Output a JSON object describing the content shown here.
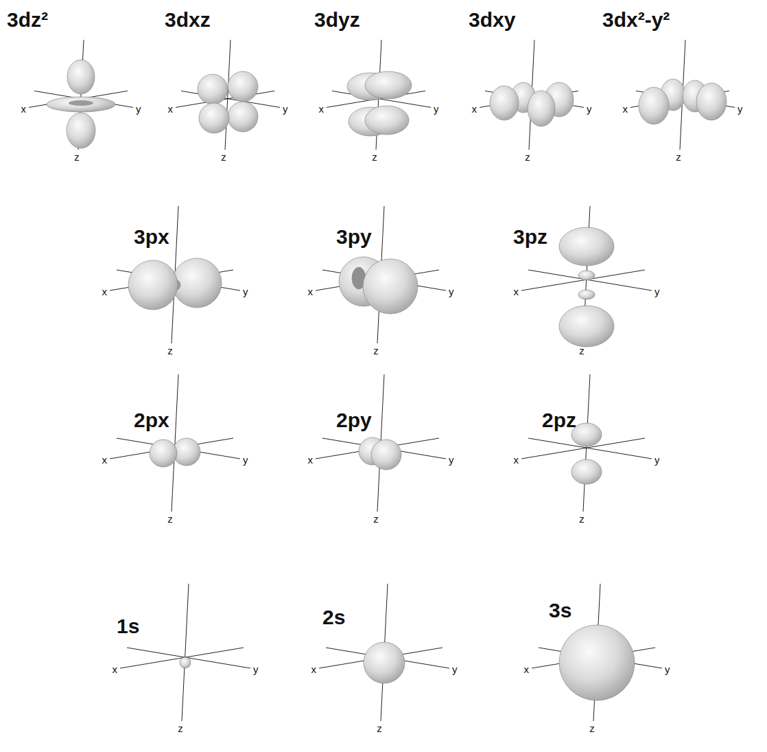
{
  "diagram": {
    "labels": [
      "3dz²",
      "x",
      "y",
      "z",
      "3dxz",
      "x",
      "y",
      "z",
      "3dyz",
      "x",
      "y",
      "z",
      "3dxy",
      "x",
      "y",
      "z",
      "3dx²-y²",
      "x",
      "y",
      "z",
      "3px",
      "x",
      "y",
      "z",
      "3py",
      "x",
      "y",
      "z",
      "3pz",
      "x",
      "y",
      "z",
      "2px",
      "x",
      "y",
      "z",
      "2py",
      "x",
      "y",
      "z",
      "2pz",
      "x",
      "y",
      "z",
      "1s",
      "x",
      "y",
      "z",
      "2s",
      "x",
      "y",
      "z",
      "3s",
      "x",
      "y",
      "z"
    ]
  }
}
